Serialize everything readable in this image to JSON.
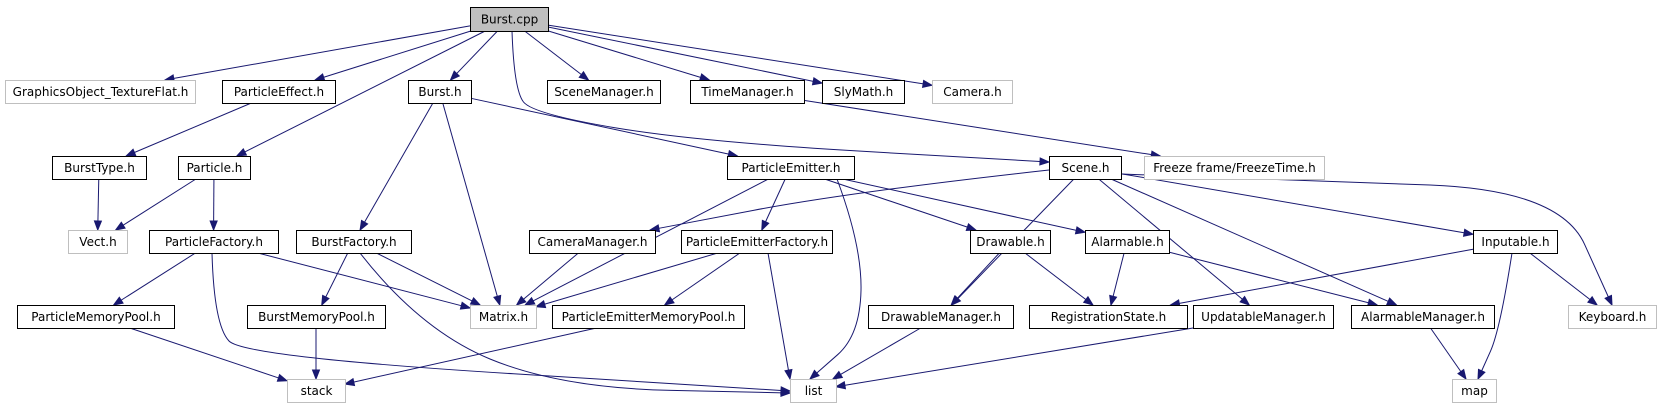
{
  "colors": {
    "edge": "#191970",
    "node_border": "#000000",
    "node_border_external": "#bfbfbf",
    "root_fill": "#bfbfbf",
    "node_fill": "#ffffff"
  },
  "nodes": [
    {
      "id": "burst_cpp",
      "label": "Burst.cpp",
      "root": true
    },
    {
      "id": "gotf",
      "label": "GraphicsObject_TextureFlat.h",
      "external": true
    },
    {
      "id": "peffect",
      "label": "ParticleEffect.h"
    },
    {
      "id": "burst_h",
      "label": "Burst.h"
    },
    {
      "id": "scenemgr",
      "label": "SceneManager.h"
    },
    {
      "id": "timemgr",
      "label": "TimeManager.h"
    },
    {
      "id": "slymath",
      "label": "SlyMath.h"
    },
    {
      "id": "camera",
      "label": "Camera.h",
      "external": true
    },
    {
      "id": "bursttype",
      "label": "BurstType.h"
    },
    {
      "id": "particle",
      "label": "Particle.h"
    },
    {
      "id": "pemitter",
      "label": "ParticleEmitter.h"
    },
    {
      "id": "scene",
      "label": "Scene.h"
    },
    {
      "id": "freeze",
      "label": "Freeze frame/FreezeTime.h",
      "external": true
    },
    {
      "id": "vect",
      "label": "Vect.h",
      "external": true
    },
    {
      "id": "pfactory",
      "label": "ParticleFactory.h"
    },
    {
      "id": "bfactory",
      "label": "BurstFactory.h"
    },
    {
      "id": "cammgr",
      "label": "CameraManager.h"
    },
    {
      "id": "pefactory",
      "label": "ParticleEmitterFactory.h"
    },
    {
      "id": "drawable",
      "label": "Drawable.h"
    },
    {
      "id": "alarmable",
      "label": "Alarmable.h"
    },
    {
      "id": "inputable",
      "label": "Inputable.h"
    },
    {
      "id": "pmempool",
      "label": "ParticleMemoryPool.h"
    },
    {
      "id": "bmempool",
      "label": "BurstMemoryPool.h"
    },
    {
      "id": "matrix",
      "label": "Matrix.h",
      "external": true
    },
    {
      "id": "pemempool",
      "label": "ParticleEmitterMemoryPool.h"
    },
    {
      "id": "drawmgr",
      "label": "DrawableManager.h"
    },
    {
      "id": "regstate",
      "label": "RegistrationState.h"
    },
    {
      "id": "updmgr",
      "label": "UpdatableManager.h"
    },
    {
      "id": "alarmmgr",
      "label": "AlarmableManager.h"
    },
    {
      "id": "keyboard",
      "label": "Keyboard.h",
      "external": true
    },
    {
      "id": "stack",
      "label": "stack",
      "external": true
    },
    {
      "id": "list",
      "label": "list",
      "external": true
    },
    {
      "id": "map",
      "label": "map",
      "external": true
    }
  ],
  "edges": [
    {
      "from": "burst_cpp",
      "to": "gotf"
    },
    {
      "from": "burst_cpp",
      "to": "peffect"
    },
    {
      "from": "burst_cpp",
      "to": "particle"
    },
    {
      "from": "burst_cpp",
      "to": "burst_h"
    },
    {
      "from": "burst_cpp",
      "to": "scenemgr"
    },
    {
      "from": "burst_cpp",
      "to": "timemgr"
    },
    {
      "from": "burst_cpp",
      "to": "slymath"
    },
    {
      "from": "burst_cpp",
      "to": "camera"
    },
    {
      "from": "burst_cpp",
      "to": "scene"
    },
    {
      "from": "peffect",
      "to": "bursttype"
    },
    {
      "from": "bursttype",
      "to": "vect"
    },
    {
      "from": "particle",
      "to": "vect"
    },
    {
      "from": "particle",
      "to": "pfactory"
    },
    {
      "from": "burst_h",
      "to": "bfactory"
    },
    {
      "from": "burst_h",
      "to": "matrix"
    },
    {
      "from": "burst_h",
      "to": "pemitter"
    },
    {
      "from": "timemgr",
      "to": "freeze"
    },
    {
      "from": "pemitter",
      "to": "matrix"
    },
    {
      "from": "pemitter",
      "to": "pefactory"
    },
    {
      "from": "pemitter",
      "to": "list"
    },
    {
      "from": "pemitter",
      "to": "drawable"
    },
    {
      "from": "pemitter",
      "to": "alarmable"
    },
    {
      "from": "scene",
      "to": "cammgr"
    },
    {
      "from": "scene",
      "to": "drawmgr"
    },
    {
      "from": "scene",
      "to": "updmgr"
    },
    {
      "from": "scene",
      "to": "alarmmgr"
    },
    {
      "from": "scene",
      "to": "inputable"
    },
    {
      "from": "scene",
      "to": "keyboard"
    },
    {
      "from": "pfactory",
      "to": "pmempool"
    },
    {
      "from": "pfactory",
      "to": "matrix"
    },
    {
      "from": "pfactory",
      "to": "list"
    },
    {
      "from": "bfactory",
      "to": "bmempool"
    },
    {
      "from": "bfactory",
      "to": "matrix"
    },
    {
      "from": "bfactory",
      "to": "list"
    },
    {
      "from": "cammgr",
      "to": "matrix"
    },
    {
      "from": "pefactory",
      "to": "matrix"
    },
    {
      "from": "pefactory",
      "to": "pemempool"
    },
    {
      "from": "pefactory",
      "to": "list"
    },
    {
      "from": "drawable",
      "to": "drawmgr"
    },
    {
      "from": "drawable",
      "to": "regstate"
    },
    {
      "from": "alarmable",
      "to": "regstate"
    },
    {
      "from": "alarmable",
      "to": "alarmmgr"
    },
    {
      "from": "inputable",
      "to": "regstate"
    },
    {
      "from": "inputable",
      "to": "keyboard"
    },
    {
      "from": "inputable",
      "to": "map"
    },
    {
      "from": "pmempool",
      "to": "stack"
    },
    {
      "from": "bmempool",
      "to": "stack"
    },
    {
      "from": "pemempool",
      "to": "stack"
    },
    {
      "from": "drawmgr",
      "to": "list"
    },
    {
      "from": "updmgr",
      "to": "list"
    },
    {
      "from": "alarmmgr",
      "to": "map"
    }
  ]
}
